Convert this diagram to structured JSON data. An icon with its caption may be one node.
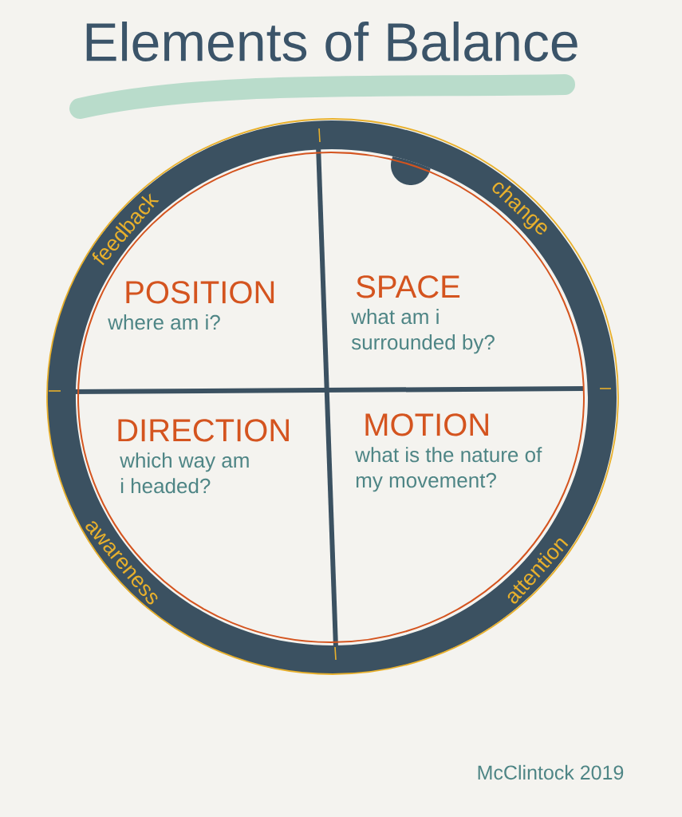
{
  "diagram": {
    "title": "Elements of Balance",
    "nodes": [
      {
        "text": [
          "feedback",
          "change",
          "awareness",
          "attention"
        ]
      },
      {
        "text": [
          "POSITION",
          "where am i?"
        ],
        "in": 0
      },
      {
        "text": [
          "SPACE",
          "what am i surrounded by?"
        ],
        "in": 0
      },
      {
        "text": [
          "DIRECTION",
          "which way am i headed?"
        ],
        "in": 0
      },
      {
        "text": [
          "MOTION",
          "what is the nature of my movement?"
        ],
        "in": 0
      }
    ],
    "labels": [
      "McClintock 2019"
    ]
  }
}
